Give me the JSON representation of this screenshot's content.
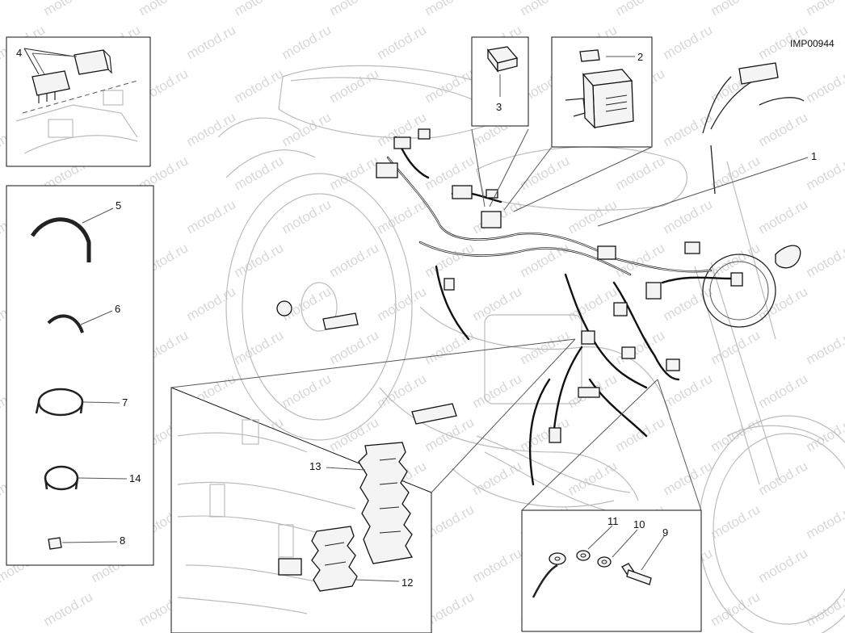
{
  "image_code": "IMP00944",
  "watermark_text": "motod.ru",
  "callouts": [
    {
      "id": "c1",
      "text": "1"
    },
    {
      "id": "c2",
      "text": "2"
    },
    {
      "id": "c3",
      "text": "3"
    },
    {
      "id": "c4",
      "text": "4"
    },
    {
      "id": "c5",
      "text": "5"
    },
    {
      "id": "c6",
      "text": "6"
    },
    {
      "id": "c7",
      "text": "7"
    },
    {
      "id": "c8",
      "text": "8"
    },
    {
      "id": "c9",
      "text": "9"
    },
    {
      "id": "c10",
      "text": "10"
    },
    {
      "id": "c11",
      "text": "11"
    },
    {
      "id": "c12",
      "text": "12"
    },
    {
      "id": "c13",
      "text": "13"
    },
    {
      "id": "c14",
      "text": "14"
    }
  ],
  "colors": {
    "line": "#111111",
    "ghost": "#bcbcbc",
    "watermark": "#d8d8d8"
  }
}
